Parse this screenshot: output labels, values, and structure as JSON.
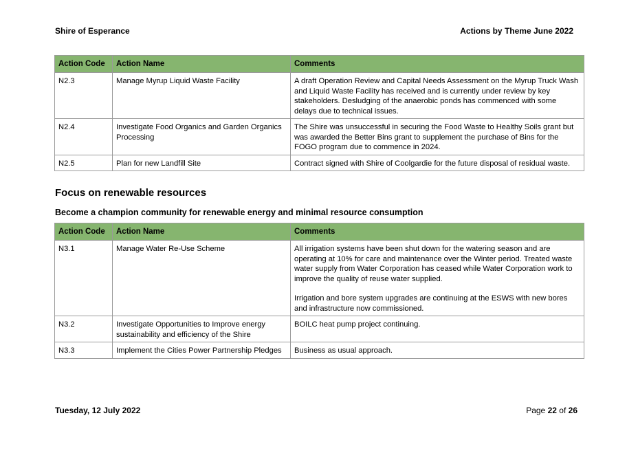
{
  "header": {
    "left": "Shire of Esperance",
    "right": "Actions by Theme June 2022"
  },
  "columns": {
    "code": "Action Code",
    "name": "Action Name",
    "comments": "Comments"
  },
  "table1": {
    "rows": [
      {
        "code": "N2.3",
        "name": "Manage Myrup Liquid Waste Facility",
        "comments": [
          "A draft Operation Review and Capital Needs Assessment on the Myrup Truck Wash and Liquid Waste Facility has received and is currently under review by key stakeholders. Desludging of the anaerobic ponds has commenced with some delays due to technical issues."
        ]
      },
      {
        "code": "N2.4",
        "name": "Investigate Food Organics and Garden Organics Processing",
        "comments": [
          "The Shire was unsuccessful in securing the Food Waste to Healthy Soils grant but was awarded the Better Bins grant to supplement the purchase of Bins for the FOGO program due to commence in 2024."
        ]
      },
      {
        "code": "N2.5",
        "name": "Plan for new Landfill Site",
        "comments": [
          "Contract signed with Shire of Coolgardie for the future disposal of residual waste."
        ]
      }
    ]
  },
  "section": {
    "title": "Focus on renewable resources",
    "subtitle": "Become a champion community for renewable energy and minimal resource consumption"
  },
  "table2": {
    "rows": [
      {
        "code": "N3.1",
        "name": "Manage Water Re-Use Scheme",
        "comments": [
          "All irrigation systems have been shut down for the watering season and are operating at 10% for care and maintenance over the Winter period. Treated waste water supply from Water Corporation has ceased while Water Corporation work to improve the quality of reuse water supplied.",
          "Irrigation and bore system upgrades are continuing at the ESWS with new bores and infrastructure now commissioned."
        ]
      },
      {
        "code": "N3.2",
        "name": "Investigate Opportunities to Improve energy sustainability and efficiency of the Shire",
        "comments": [
          "BOILC heat pump project continuing."
        ]
      },
      {
        "code": "N3.3",
        "name": "Implement the Cities Power Partnership Pledges",
        "comments": [
          "Business as usual approach."
        ]
      }
    ]
  },
  "footer": {
    "date": "Tuesday, 12 July 2022",
    "page_word": "Page",
    "page_current": "22",
    "page_of": "of",
    "page_total": "26"
  }
}
